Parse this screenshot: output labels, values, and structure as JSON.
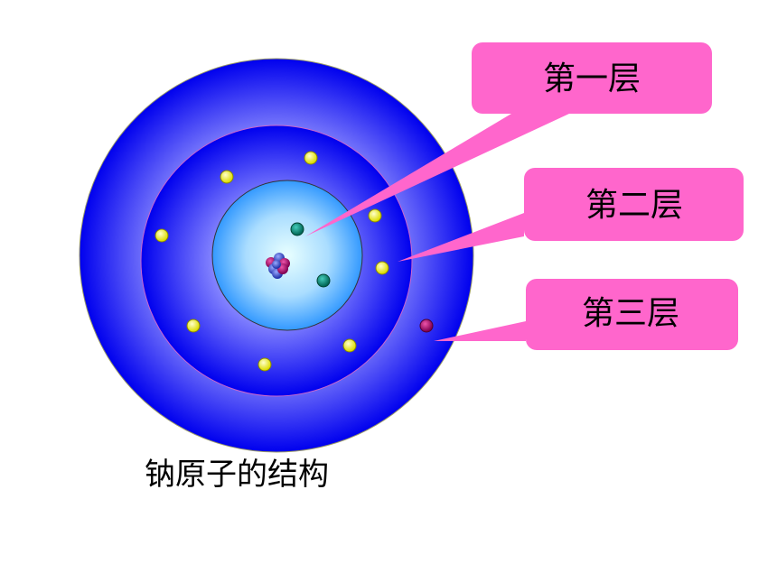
{
  "shells": [
    {
      "label": "第一层"
    },
    {
      "label": "第二层"
    },
    {
      "label": "第三层"
    }
  ],
  "caption": "钠原子的结构",
  "colors": {
    "callout_fill": "#ff66cc",
    "outer_shell_edge": "#0000ee",
    "outer_shell_center": "#ffffff",
    "inner_shell_center": "#e8ffff",
    "inner_shell_edge": "#3399ff",
    "electron_first_shell": "#118877",
    "electron_second_shell": "#ffff33",
    "electron_third_shell": "#a0106a",
    "proton": "#cc2277",
    "neutron": "#4466cc"
  },
  "electron_counts": {
    "first_shell": 2,
    "second_shell": 8,
    "third_shell": 1
  }
}
